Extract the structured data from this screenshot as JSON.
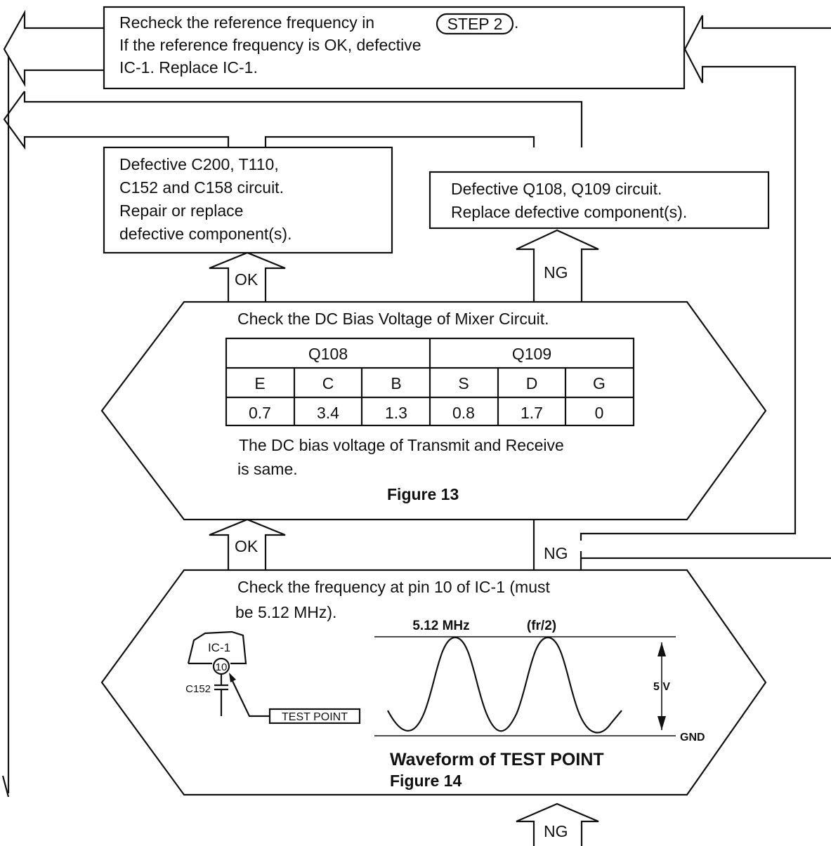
{
  "boxes": {
    "recheck": {
      "line1": "Recheck the reference frequency in",
      "step_badge": "STEP 2",
      "line1_end": ".",
      "line2": "If the reference frequency is OK, defective",
      "line3": "IC-1.  Replace IC-1."
    },
    "defective_c200": {
      "line1": "Defective C200, T110,",
      "line2": "C152 and C158 circuit.",
      "line3": "Repair or replace",
      "line4": "defective component(s)."
    },
    "defective_q108": {
      "line1": "Defective Q108, Q109 circuit.",
      "line2": "Replace defective component(s)."
    }
  },
  "arrows": {
    "ok_upper": "OK",
    "ng_upper": "NG",
    "ok_lower": "OK",
    "ng_lower": "NG",
    "ng_bottom": "NG"
  },
  "figure13": {
    "heading": "Check the DC Bias Voltage of Mixer Circuit.",
    "table": {
      "groups": [
        "Q108",
        "Q109"
      ],
      "pins": [
        "E",
        "C",
        "B",
        "S",
        "D",
        "G"
      ],
      "values": [
        "0.7",
        "3.4",
        "1.3",
        "0.8",
        "1.7",
        "0"
      ]
    },
    "note_line1": "The DC bias voltage of Transmit and Receive",
    "note_line2": "is same.",
    "caption": "Figure 13"
  },
  "figure14": {
    "heading_line1": "Check the frequency at pin 10 of IC-1 (must",
    "heading_line2": "be 5.12 MHz).",
    "ic_label": "IC-1",
    "pin_number": "10",
    "capacitor_label": "C152",
    "test_point_label": "TEST POINT",
    "freq_label": "5.12 MHz",
    "freq_note": "(fr/2)",
    "amplitude_label": "5 V",
    "ground_label": "GND",
    "caption_line1": "Waveform of TEST POINT",
    "caption_line2": "Figure 14"
  }
}
